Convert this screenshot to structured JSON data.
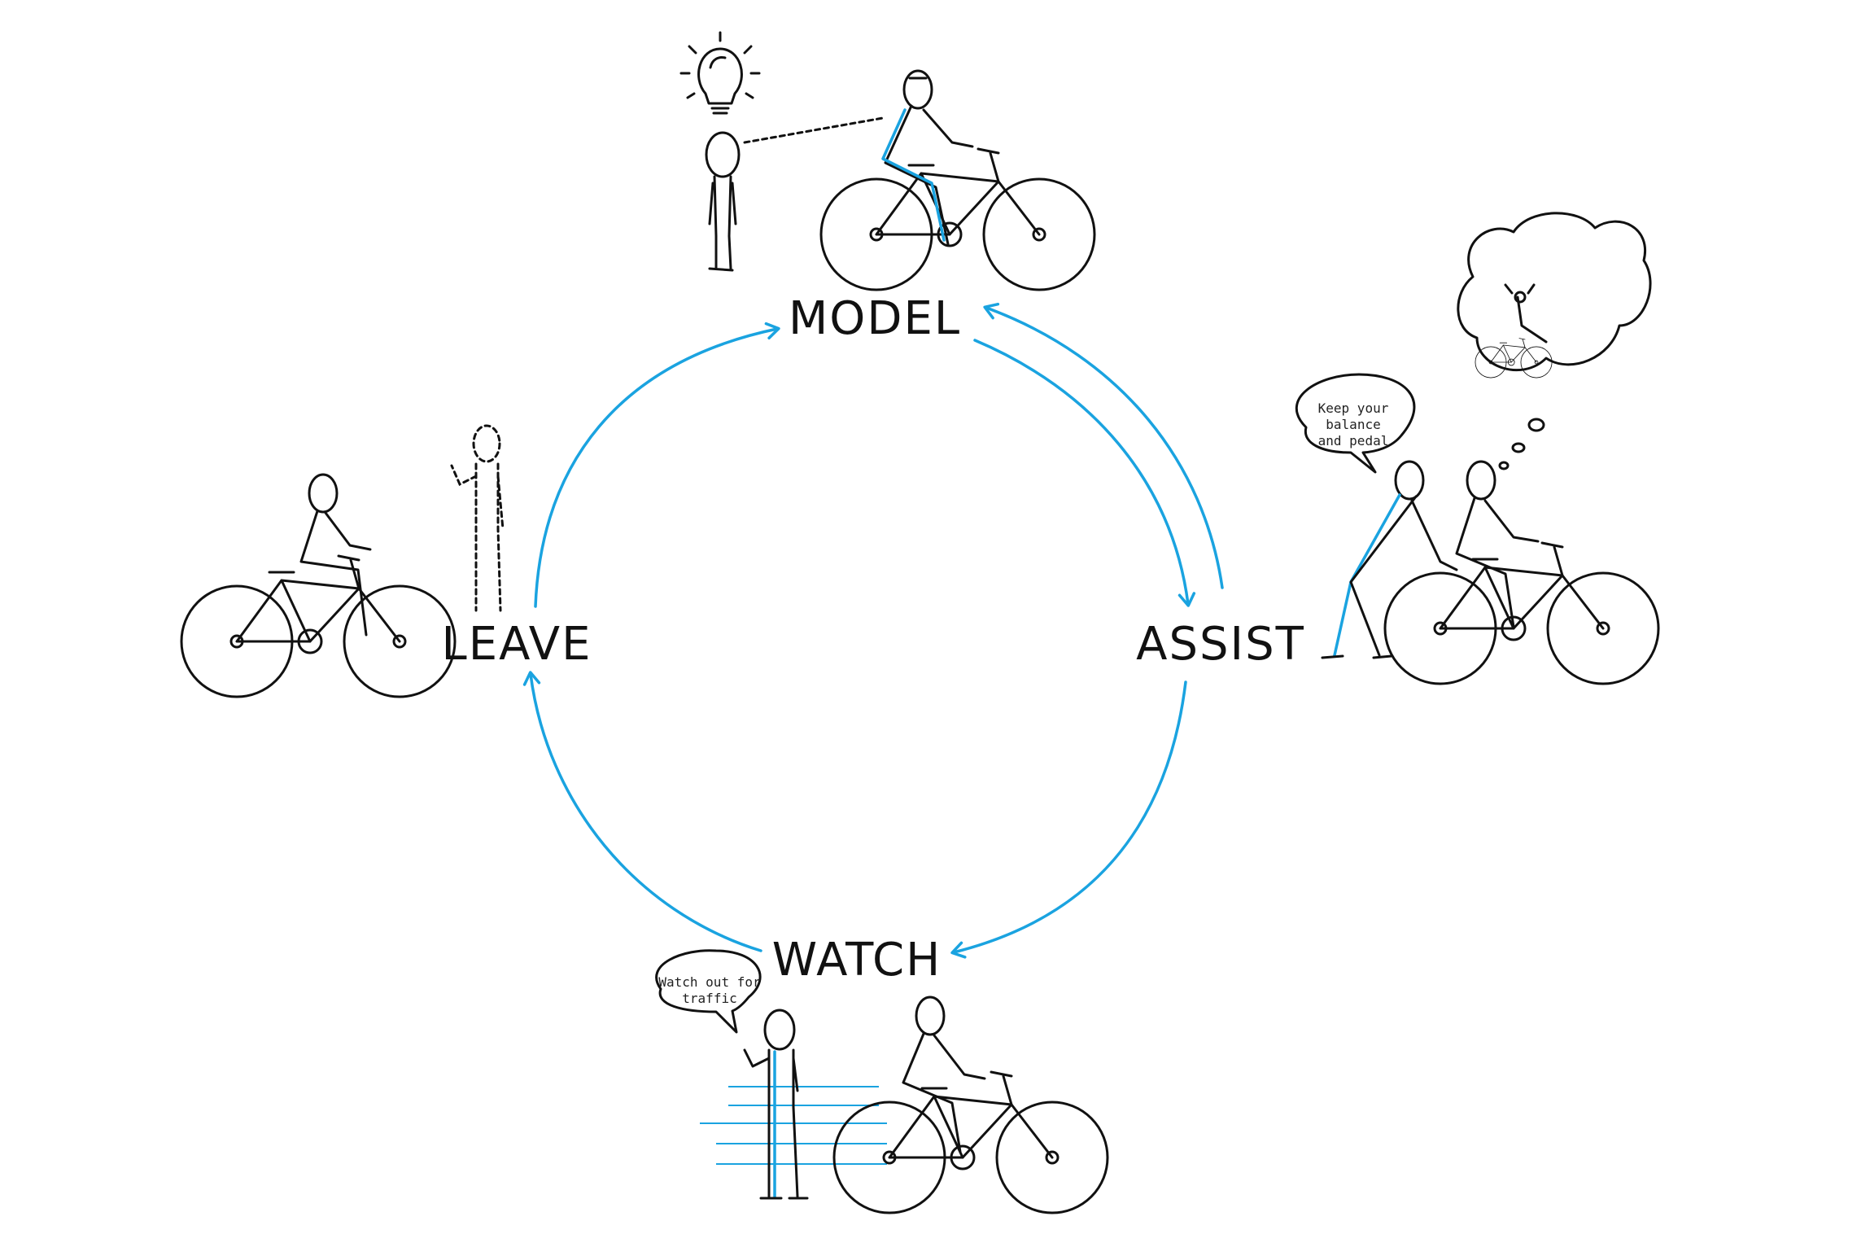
{
  "colors": {
    "accent": "#1aa3e0",
    "ink": "#111111"
  },
  "stages": {
    "model": "MODEL",
    "assist": "ASSIST",
    "watch": "WATCH",
    "leave": "LEAVE"
  },
  "bubbles": {
    "assist_line1": "Keep your",
    "assist_line2": "balance",
    "assist_line3": "and pedal",
    "watch_line1": "Watch out for",
    "watch_line2": "traffic"
  },
  "icons": [
    "lightbulb-icon",
    "thought-cloud-icon",
    "speech-bubble-icon",
    "bicycle-icon",
    "stick-figure-icon"
  ]
}
